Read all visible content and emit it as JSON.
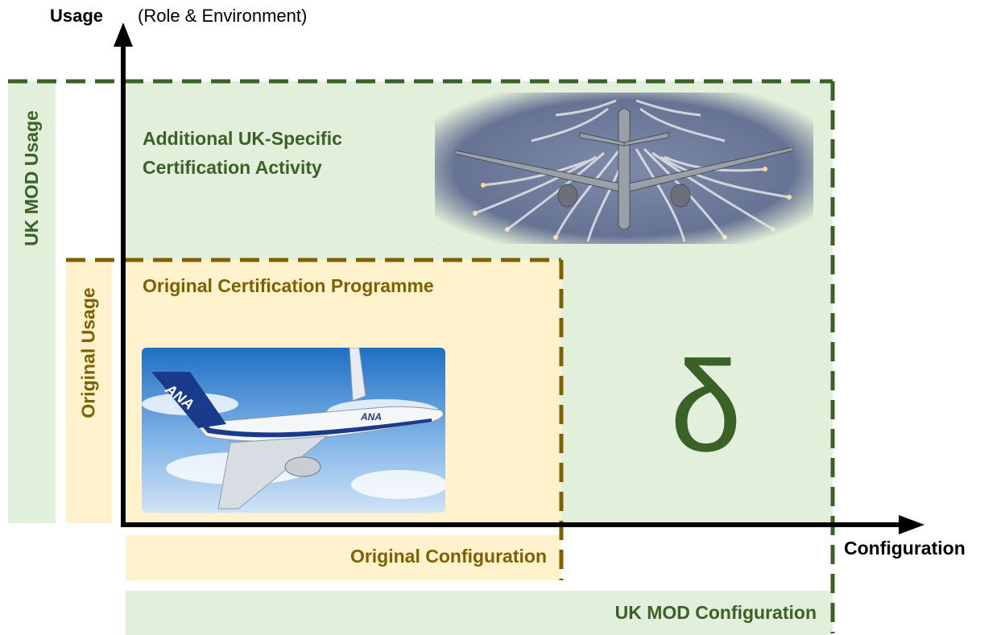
{
  "axes": {
    "y_label": "Usage",
    "y_sublabel": "(Role & Environment)",
    "x_label": "Configuration"
  },
  "regions": {
    "uk_activity": "Additional UK-Specific\nCertification Activity",
    "original_programme": "Original Certification Programme",
    "delta_symbol": "δ"
  },
  "bars": {
    "uk_mod_usage": "UK MOD Usage",
    "original_usage": "Original Usage",
    "original_configuration": "Original Configuration",
    "uk_mod_configuration": "UK MOD Configuration"
  },
  "images": {
    "military_aircraft_tail_text": "",
    "airliner_livery": "ANA"
  },
  "colors": {
    "uk_green": "#3b6226",
    "uk_green_fill": "#e2efda",
    "original_tan": "#7f6000",
    "original_tan_fill": "#fff2cc",
    "axis": "#000000"
  }
}
